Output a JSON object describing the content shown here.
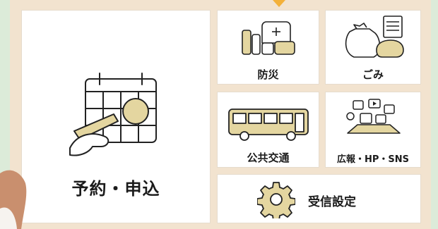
{
  "tiles": {
    "reservation": {
      "label": "予約・申込",
      "icon": "calendar-pen-icon"
    },
    "disaster": {
      "label": "防災",
      "icon": "emergency-supplies-icon"
    },
    "garbage": {
      "label": "ごみ",
      "icon": "garbage-bag-calendar-icon"
    },
    "transit": {
      "label": "公共交通",
      "icon": "bus-icon"
    },
    "pr": {
      "label": "広報・HP・SNS",
      "icon": "tablet-media-icon"
    },
    "notifications": {
      "label": "受信設定",
      "icon": "gear-icon"
    }
  },
  "colors": {
    "background": "#dcebd9",
    "panel": "#f2e3cf",
    "tile": "#ffffff",
    "accent": "#e4d6a0",
    "arrow": "#f3b13a",
    "text": "#1b1b1b"
  }
}
